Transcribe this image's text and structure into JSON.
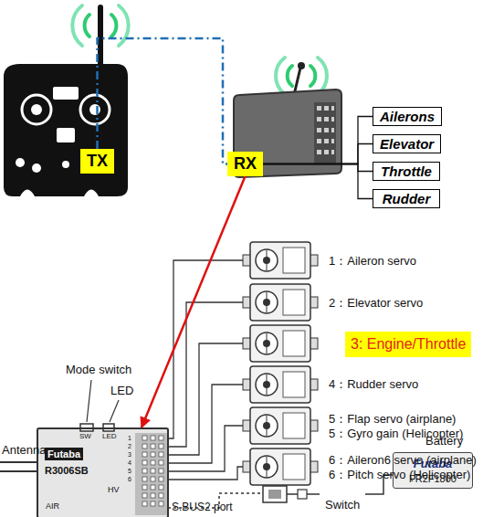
{
  "diagram": {
    "nodes": [
      {
        "text": [
          "TX"
        ]
      },
      {
        "text": [
          "RX"
        ]
      },
      {
        "text": [
          "Ailerons"
        ]
      },
      {
        "text": [
          "Elevator"
        ]
      },
      {
        "text": [
          "Throttle"
        ]
      },
      {
        "text": [
          "Rudder"
        ]
      },
      {
        "text": [
          "Futaba",
          "R3006SB"
        ]
      },
      {
        "text": [
          "Futaba",
          "FR2F1800"
        ]
      },
      {
        "text": [
          "3: Engine/Throttle"
        ]
      }
    ],
    "edges": [
      {
        "from": 0,
        "to": 1,
        "arrow": "none"
      },
      {
        "from": 1,
        "to": 2,
        "arrow": "none"
      },
      {
        "from": 1,
        "to": 3,
        "arrow": "none"
      },
      {
        "from": 1,
        "to": 4,
        "arrow": "none"
      },
      {
        "from": 1,
        "to": 5,
        "arrow": "none"
      },
      {
        "from": 1,
        "to": 6,
        "arrow": "to"
      }
    ],
    "labels": [
      "1：Aileron servo",
      "2：Elevator servo",
      "4：Rudder servo",
      "5：Flap servo (airplane)",
      "5：Gyro gain (Helicopter)",
      "6：Aileron6 servo (airplane)",
      "6：Pitch servo (Helicopter)",
      "Mode switch",
      "LED",
      "Antenna",
      "S.BUS2 port",
      "Switch",
      "Battery",
      "SW",
      "LED",
      "HV",
      "AIR",
      "1",
      "2",
      "3",
      "4",
      "5",
      "6"
    ]
  }
}
